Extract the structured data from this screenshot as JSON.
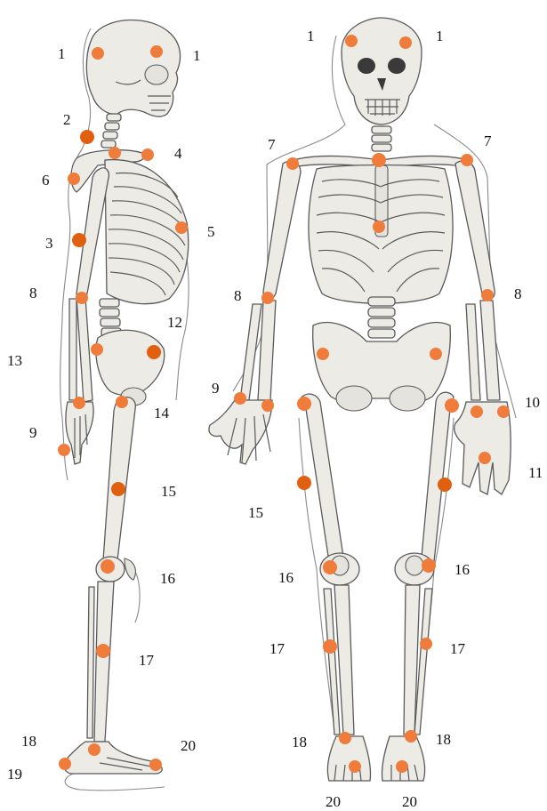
{
  "colors": {
    "marker": "#f07c3c",
    "marker_dark": "#e0600f",
    "bone_fill": "#ecebe6",
    "bone_stroke": "#5a5a5a",
    "outline": "#8a8a8a"
  },
  "labels": {
    "side_1a": "1",
    "side_1b": "1",
    "side_2": "2",
    "side_3": "3",
    "side_4": "4",
    "side_5": "5",
    "side_6": "6",
    "side_8": "8",
    "side_9": "9",
    "side_12": "12",
    "side_13": "13",
    "side_14": "14",
    "side_15": "15",
    "side_16": "16",
    "side_17": "17",
    "side_18": "18",
    "side_19": "19",
    "side_20": "20",
    "front_1a": "1",
    "front_1b": "1",
    "front_7a": "7",
    "front_7b": "7",
    "front_8a": "8",
    "front_8b": "8",
    "front_9": "9",
    "front_10": "10",
    "front_11": "11",
    "front_15": "15",
    "front_16a": "16",
    "front_16b": "16",
    "front_17a": "17",
    "front_17b": "17",
    "front_18a": "18",
    "front_18b": "18",
    "front_20a": "20",
    "front_20b": "20"
  }
}
